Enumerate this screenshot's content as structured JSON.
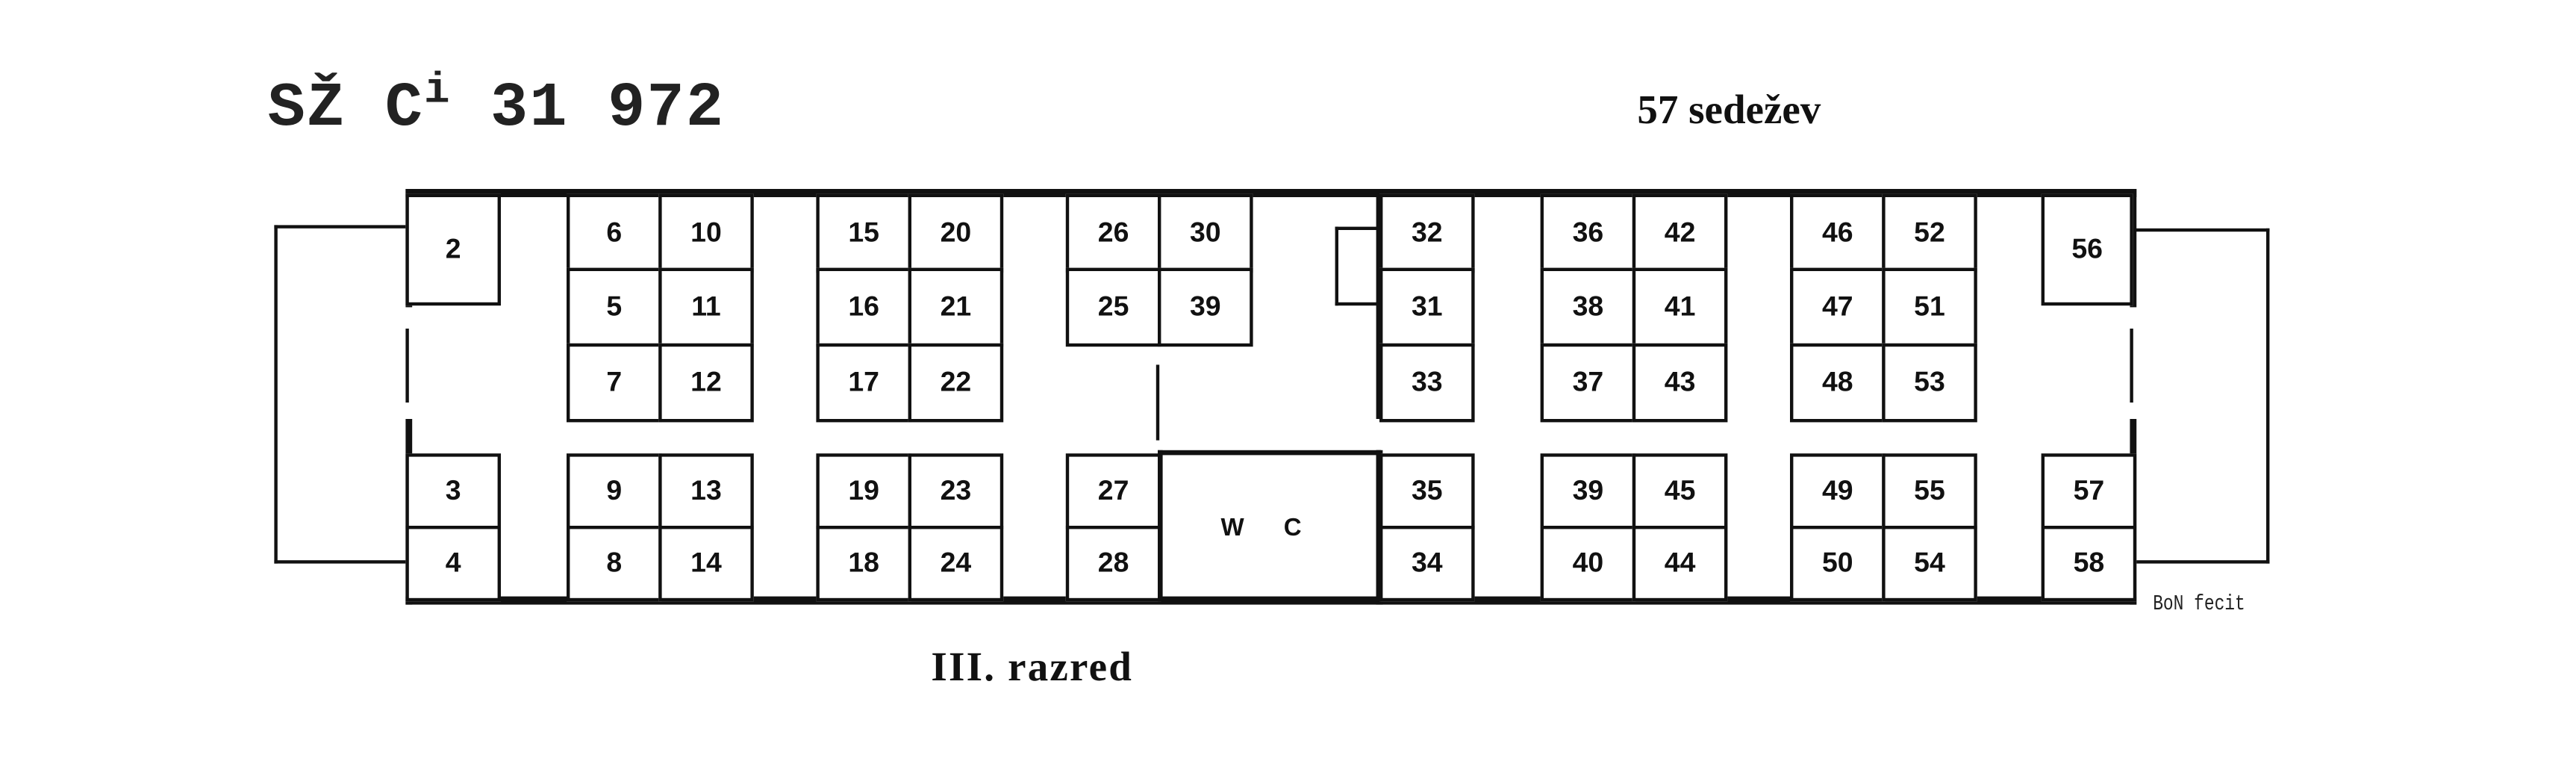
{
  "header": {
    "title_main": "SŽ C",
    "title_sup": "i",
    "title_number": " 31 972",
    "seat_count": "57 sedežev"
  },
  "footer": {
    "class_label": "III. razred",
    "signature": "BoN fecit"
  },
  "wc_label": "W C",
  "seats": [
    "2",
    "6",
    "10",
    "5",
    "11",
    "7",
    "12",
    "15",
    "20",
    "16",
    "21",
    "17",
    "22",
    "26",
    "30",
    "25",
    "39",
    "32",
    "31",
    "33",
    "36",
    "42",
    "38",
    "41",
    "37",
    "43",
    "46",
    "52",
    "47",
    "51",
    "48",
    "53",
    "56",
    "3",
    "4",
    "9",
    "13",
    "8",
    "14",
    "19",
    "23",
    "18",
    "24",
    "27",
    "28",
    "35",
    "34",
    "39",
    "45",
    "40",
    "44",
    "49",
    "55",
    "50",
    "54",
    "57",
    "58"
  ]
}
